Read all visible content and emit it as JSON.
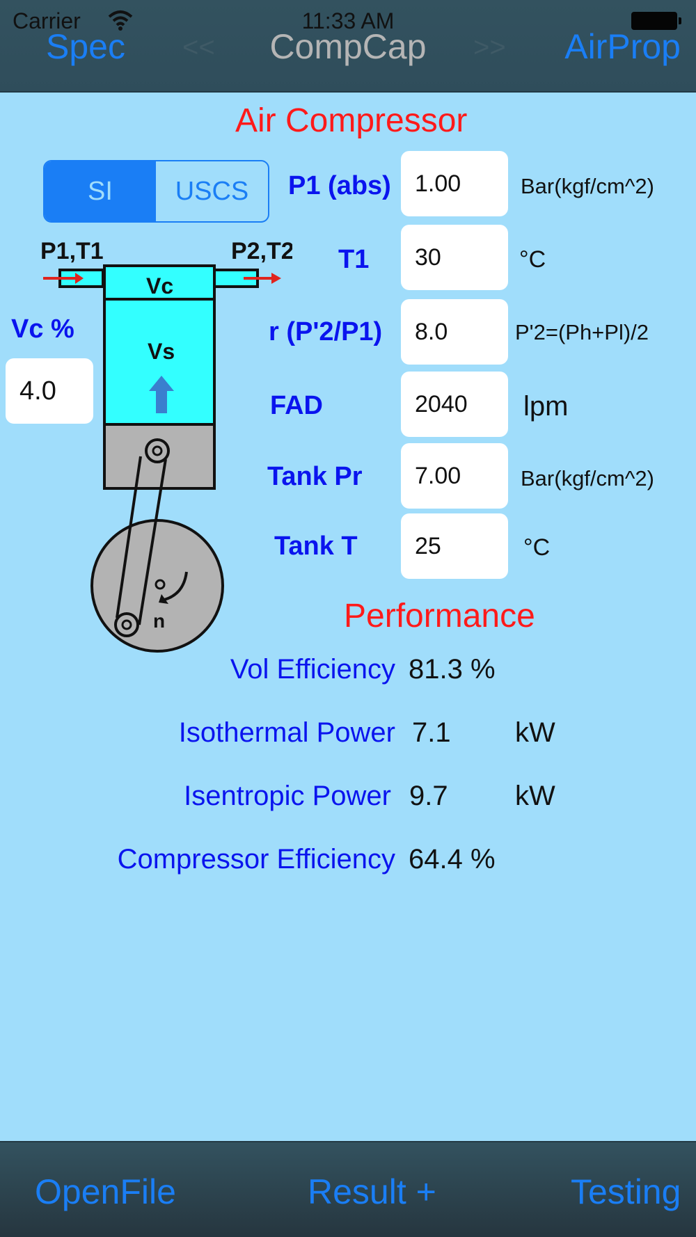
{
  "status_bar": {
    "carrier": "Carrier",
    "time": "11:33 AM"
  },
  "nav": {
    "left_button": "Spec",
    "prev_arrow": "<<",
    "title": "CompCap",
    "next_arrow": ">>",
    "right_button": "AirProp"
  },
  "titles": {
    "main": "Air Compressor",
    "performance": "Performance"
  },
  "unit_system": {
    "options": [
      "SI",
      "USCS"
    ],
    "selected": "SI"
  },
  "diagram": {
    "inlet_label": "P1,T1",
    "outlet_label": "P2,T2",
    "clearance_label": "Vc",
    "swept_label": "Vs",
    "speed_label": "n"
  },
  "clearance": {
    "label": "Vc %",
    "value": "4.0"
  },
  "inputs": [
    {
      "label": "P1 (abs)",
      "value": "1.00",
      "unit": "Bar(kgf/cm^2)"
    },
    {
      "label": "T1",
      "value": "30",
      "unit": "°C"
    },
    {
      "label": "r (P'2/P1)",
      "value": "8.0",
      "unit": "P'2=(Ph+Pl)/2"
    },
    {
      "label": "FAD",
      "value": "2040",
      "unit": "lpm"
    },
    {
      "label": "Tank Pr",
      "value": "7.00",
      "unit": "Bar(kgf/cm^2)"
    },
    {
      "label": "Tank T",
      "value": "25",
      "unit": "°C"
    }
  ],
  "performance": [
    {
      "label": "Vol Efficiency",
      "value": "81.3 %",
      "unit": ""
    },
    {
      "label": "Isothermal Power",
      "value": "7.1",
      "unit": "kW"
    },
    {
      "label": "Isentropic Power",
      "value": "9.7",
      "unit": "kW"
    },
    {
      "label": "Compressor Efficiency",
      "value": "64.4 %",
      "unit": ""
    }
  ],
  "toolbar": {
    "open_file": "OpenFile",
    "result_plus": "Result +",
    "testing": "Testing"
  },
  "colors": {
    "accent": "#1a7ef5",
    "label_blue": "#0a14ee",
    "title_red": "#ff1a1a",
    "background": "#a0ddfb",
    "bar": "#33525f"
  }
}
